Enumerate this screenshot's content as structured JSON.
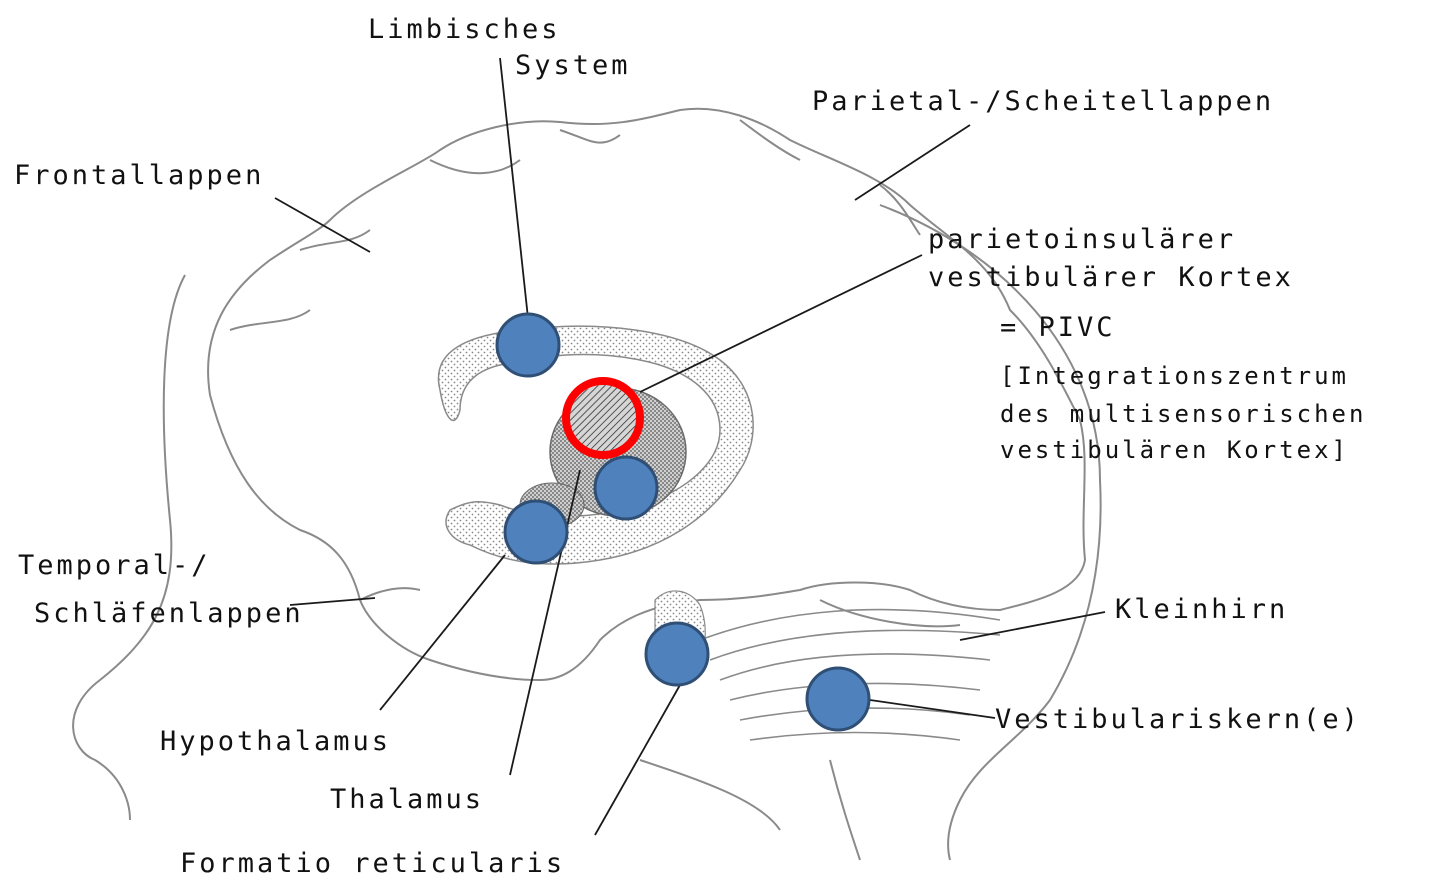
{
  "labels": {
    "limbic_line1": "Limbisches",
    "limbic_line2": "System",
    "parietal": "Parietal-/Scheitellappen",
    "frontal": "Frontallappen",
    "pivc_line1": "parietoinsulärer",
    "pivc_line2": "vestibulärer Kortex",
    "pivc_line3": "= PIVC",
    "pivc_line4": "[Integrationszentrum",
    "pivc_line5": "des multisensorischen",
    "pivc_line6": "vestibulären Kortex]",
    "temporal_line1": "Temporal-/",
    "temporal_line2": "Schläfenlappen",
    "kleinhirn": "Kleinhirn",
    "hypothalamus": "Hypothalamus",
    "vestibularis": "Vestibulariskern(e)",
    "thalamus": "Thalamus",
    "formatio": "Formatio reticularis"
  },
  "markers": [
    {
      "name": "limbic-system",
      "style": "filled-blue"
    },
    {
      "name": "thalamus",
      "style": "filled-blue"
    },
    {
      "name": "hypothalamus",
      "style": "filled-blue"
    },
    {
      "name": "formatio-reticularis",
      "style": "filled-blue"
    },
    {
      "name": "vestibular-nuclei",
      "style": "filled-blue"
    },
    {
      "name": "pivc",
      "style": "red-ring"
    }
  ],
  "colors": {
    "marker_fill": "#4f81bd",
    "marker_stroke": "#2f4f75",
    "highlight_ring": "#ff0000",
    "sketch_line": "#7a7a7a",
    "leader_line": "#1a1a1a"
  }
}
